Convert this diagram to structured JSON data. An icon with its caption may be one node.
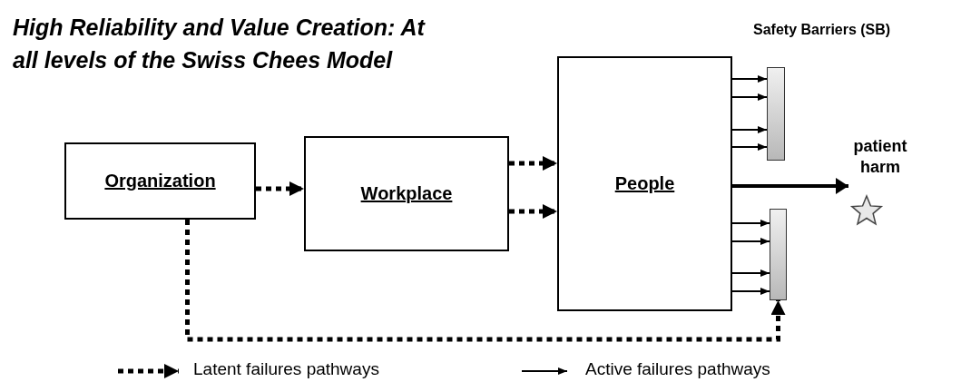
{
  "diagram": {
    "title": "High Reliability and Value Creation: At all levels of the Swiss Chees Model",
    "nodes": [
      {
        "text": [
          "Organization"
        ]
      },
      {
        "text": [
          "Workplace"
        ]
      },
      {
        "text": [
          "People"
        ]
      },
      {
        "text": [],
        "shape": "bar"
      },
      {
        "text": [],
        "shape": "bar"
      },
      {
        "text": [
          "patient harm"
        ]
      }
    ],
    "edges": [
      {
        "from": 0,
        "to": 1,
        "arrow": "to",
        "style": "dashed"
      },
      {
        "from": 1,
        "to": 2,
        "arrow": "to",
        "style": "dashed"
      },
      {
        "from": 1,
        "to": 2,
        "arrow": "to",
        "style": "dashed"
      },
      {
        "from": 2,
        "to": 3,
        "arrow": "to"
      },
      {
        "from": 2,
        "to": 3,
        "arrow": "to"
      },
      {
        "from": 2,
        "to": 3,
        "arrow": "to"
      },
      {
        "from": 2,
        "to": 3,
        "arrow": "to"
      },
      {
        "from": 2,
        "to": 5,
        "arrow": "to",
        "style": "thick"
      },
      {
        "from": 2,
        "to": 4,
        "arrow": "to"
      },
      {
        "from": 2,
        "to": 4,
        "arrow": "to"
      },
      {
        "from": 2,
        "to": 4,
        "arrow": "to"
      },
      {
        "from": 2,
        "to": 4,
        "arrow": "to"
      },
      {
        "from": 0,
        "to": 4,
        "arrow": "to",
        "style": "dashed"
      }
    ],
    "labels": [
      "Safety Barriers (SB)"
    ],
    "legend": [
      {
        "text": "Latent failures pathways"
      },
      {
        "text": "Active failures pathways"
      }
    ]
  }
}
